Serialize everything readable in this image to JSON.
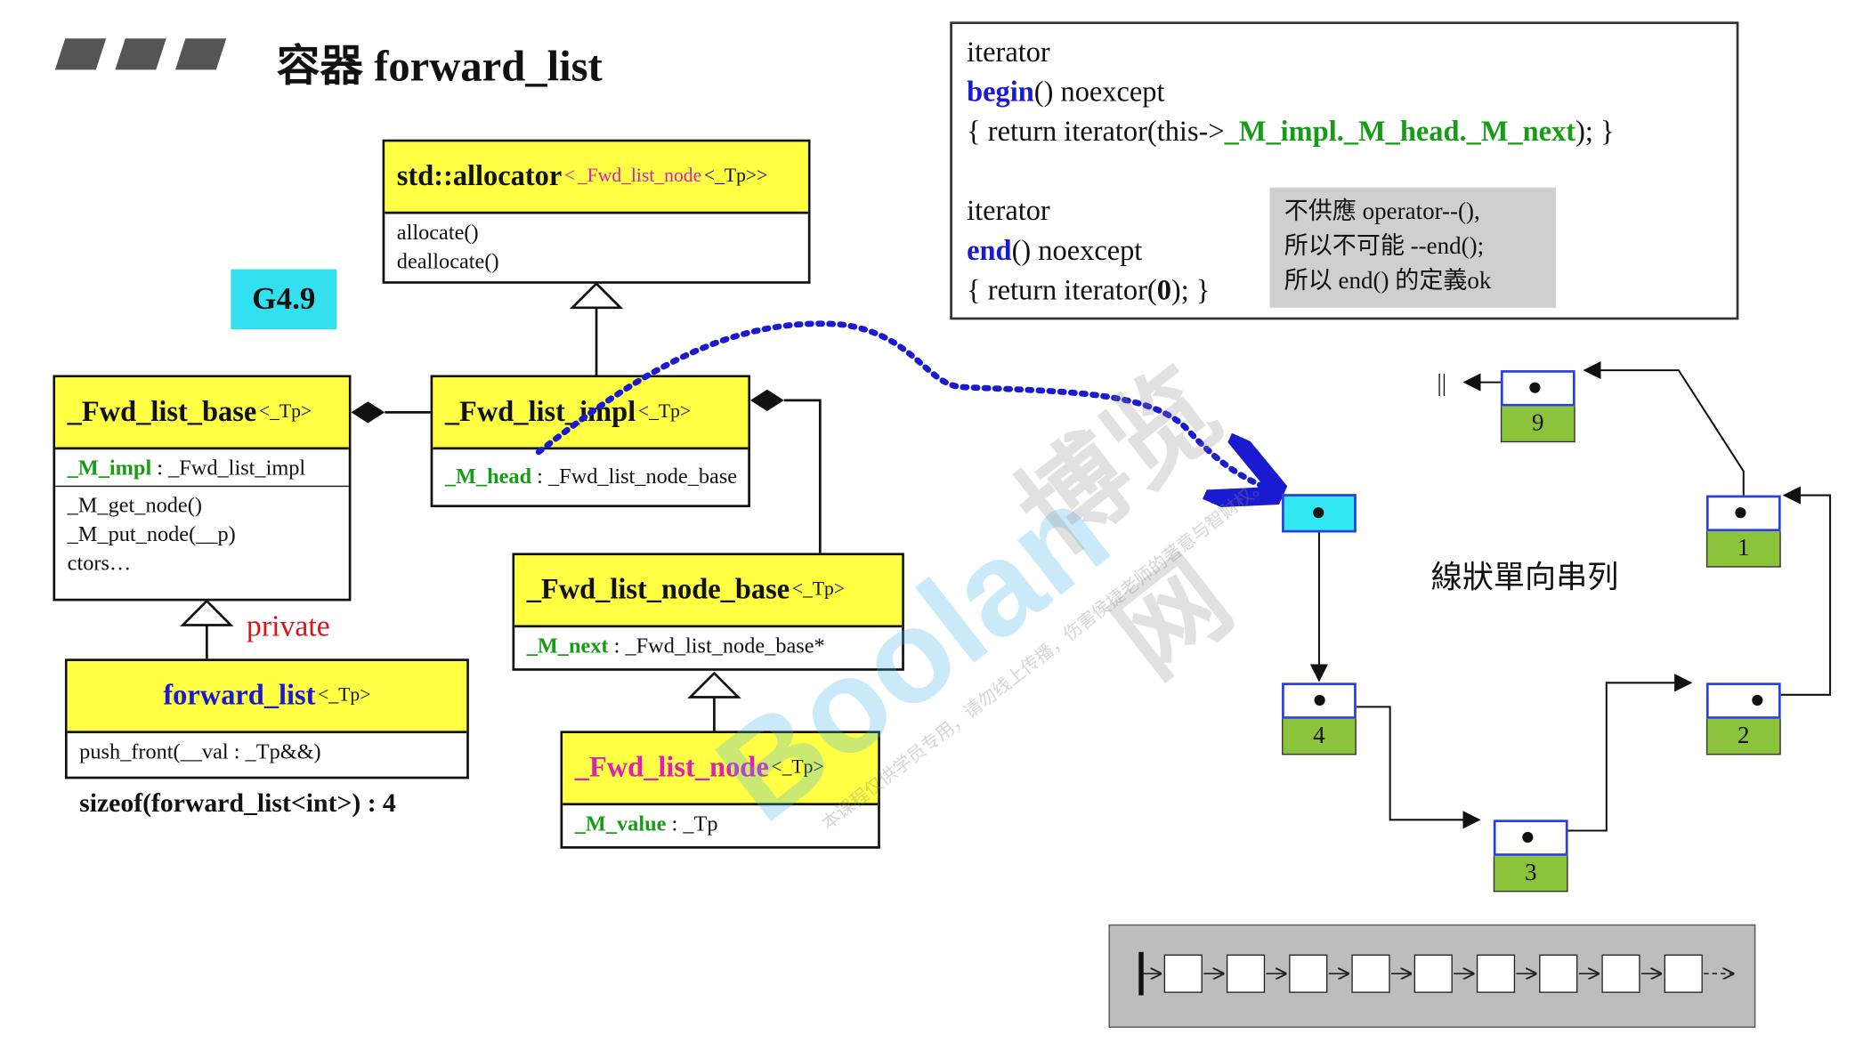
{
  "title": "容器 forward_list",
  "badge": "G4.9",
  "allocator": {
    "name": "std::allocator",
    "tp_pre": "<",
    "tp_node": "_Fwd_list_node",
    "tp_post": "<_Tp>>",
    "methods": [
      "allocate()",
      "deallocate()"
    ]
  },
  "fwd_list_base": {
    "name": "_Fwd_list_base",
    "tp": "<_Tp>",
    "field_name": "_M_impl",
    "field_type": " : _Fwd_list_impl",
    "methods": [
      "_M_get_node()",
      "_M_put_node(__p)",
      "ctors…"
    ]
  },
  "fwd_list_impl": {
    "name": "_Fwd_list_impl",
    "tp": "<_Tp>",
    "field_name": "_M_head",
    "field_type": " : _Fwd_list_node_base"
  },
  "fwd_list_node_base": {
    "name": "_Fwd_list_node_base",
    "tp": "<_Tp>",
    "field_name": "_M_next",
    "field_type": " : _Fwd_list_node_base*"
  },
  "fwd_list_node": {
    "name": "_Fwd_list_node",
    "tp": "<_Tp>",
    "field_name": "_M_value",
    "field_type": " : _Tp"
  },
  "forward_list": {
    "name": "forward_list",
    "tp": "<_Tp>",
    "method": "push_front(__val : _Tp&&)"
  },
  "private_label": "private",
  "sizeof_text": "sizeof(forward_list<int>) : 4",
  "code": {
    "l1": "iterator",
    "l2_kw": "begin",
    "l2_rest": "() noexcept",
    "l3_pre": "{ return iterator(this->",
    "l3_hl": "_M_impl._M_head._M_next",
    "l3_post": "); }",
    "l4": "iterator",
    "l5_kw": "end",
    "l5_rest": "() noexcept",
    "l6_pre": "{ return iterator(",
    "l6_b": "0",
    "l6_post": "); }"
  },
  "note": [
    "不供應 operator--(),",
    "所以不可能 --end();",
    "所以 end() 的定義ok"
  ],
  "list_caption": "線狀單向串列",
  "null_mark": "||",
  "nodes": [
    "9",
    "1",
    "2",
    "3",
    "4"
  ],
  "watermark": {
    "brand": "Boolan",
    "cn": "博览网",
    "small": "本课程仅供学员专用，请勿线上传播，伤害侯捷老师的著意与智财权。"
  },
  "colors": {
    "header_yellow": "#ffff44",
    "node_green": "#8bc43a",
    "badge_cyan": "#33e0ef",
    "dotted_blue": "#1a1ad0"
  }
}
